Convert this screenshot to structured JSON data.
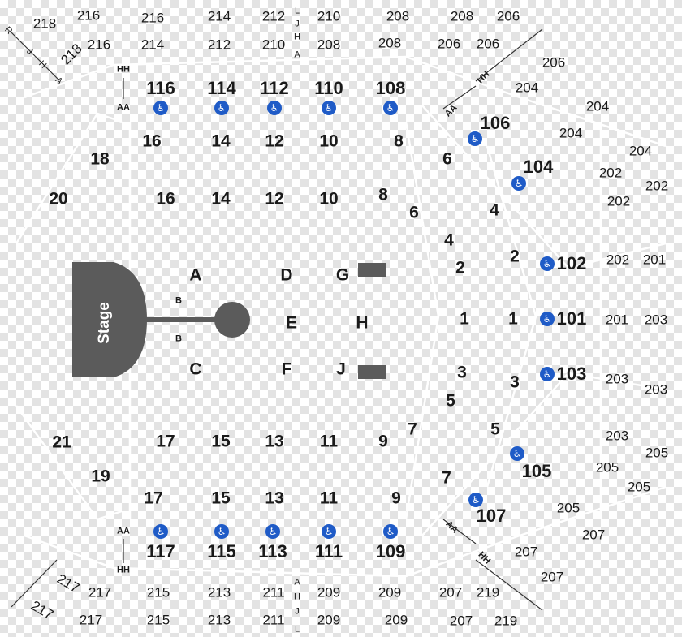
{
  "stage": {
    "label": "Stage",
    "color": "#5b5b5b"
  },
  "ada_symbol": "♿",
  "ada_color": "#1f5bc7",
  "floor_sections": [
    "A",
    "B",
    "B",
    "C",
    "D",
    "E",
    "F",
    "G",
    "H",
    "J"
  ],
  "row_letters": [
    "R",
    "J",
    "H",
    "A",
    "L",
    "J",
    "H",
    "A",
    "A",
    "H",
    "J",
    "L"
  ],
  "aisle_labels": [
    "HH",
    "AA",
    "AA",
    "HH",
    "HH",
    "AA",
    "AA",
    "HH"
  ],
  "section_labels_200": [
    "218",
    "216",
    "216",
    "214",
    "212",
    "210",
    "208",
    "208",
    "206",
    "218",
    "216",
    "214",
    "212",
    "210",
    "208",
    "208",
    "206",
    "206",
    "206",
    "204",
    "204",
    "204",
    "204",
    "202",
    "202",
    "202",
    "202",
    "201",
    "201",
    "203",
    "203",
    "203",
    "203",
    "205",
    "205",
    "205",
    "205",
    "207",
    "207",
    "207",
    "219",
    "217",
    "217",
    "215",
    "213",
    "211",
    "209",
    "209",
    "207",
    "219",
    "217",
    "217",
    "215",
    "213",
    "211",
    "209",
    "209",
    "207"
  ],
  "section_labels_100": [
    "116",
    "114",
    "112",
    "110",
    "108",
    "106",
    "104",
    "102",
    "101",
    "103",
    "105",
    "107",
    "117",
    "115",
    "113",
    "111",
    "109"
  ],
  "section_labels_lower": [
    "16",
    "14",
    "12",
    "10",
    "8",
    "18",
    "20",
    "16",
    "14",
    "12",
    "10",
    "8",
    "6",
    "6",
    "4",
    "4",
    "2",
    "2",
    "1",
    "1",
    "3",
    "3",
    "5",
    "5",
    "7",
    "7",
    "21",
    "17",
    "15",
    "13",
    "11",
    "9",
    "19",
    "17",
    "15",
    "13",
    "11",
    "9"
  ]
}
